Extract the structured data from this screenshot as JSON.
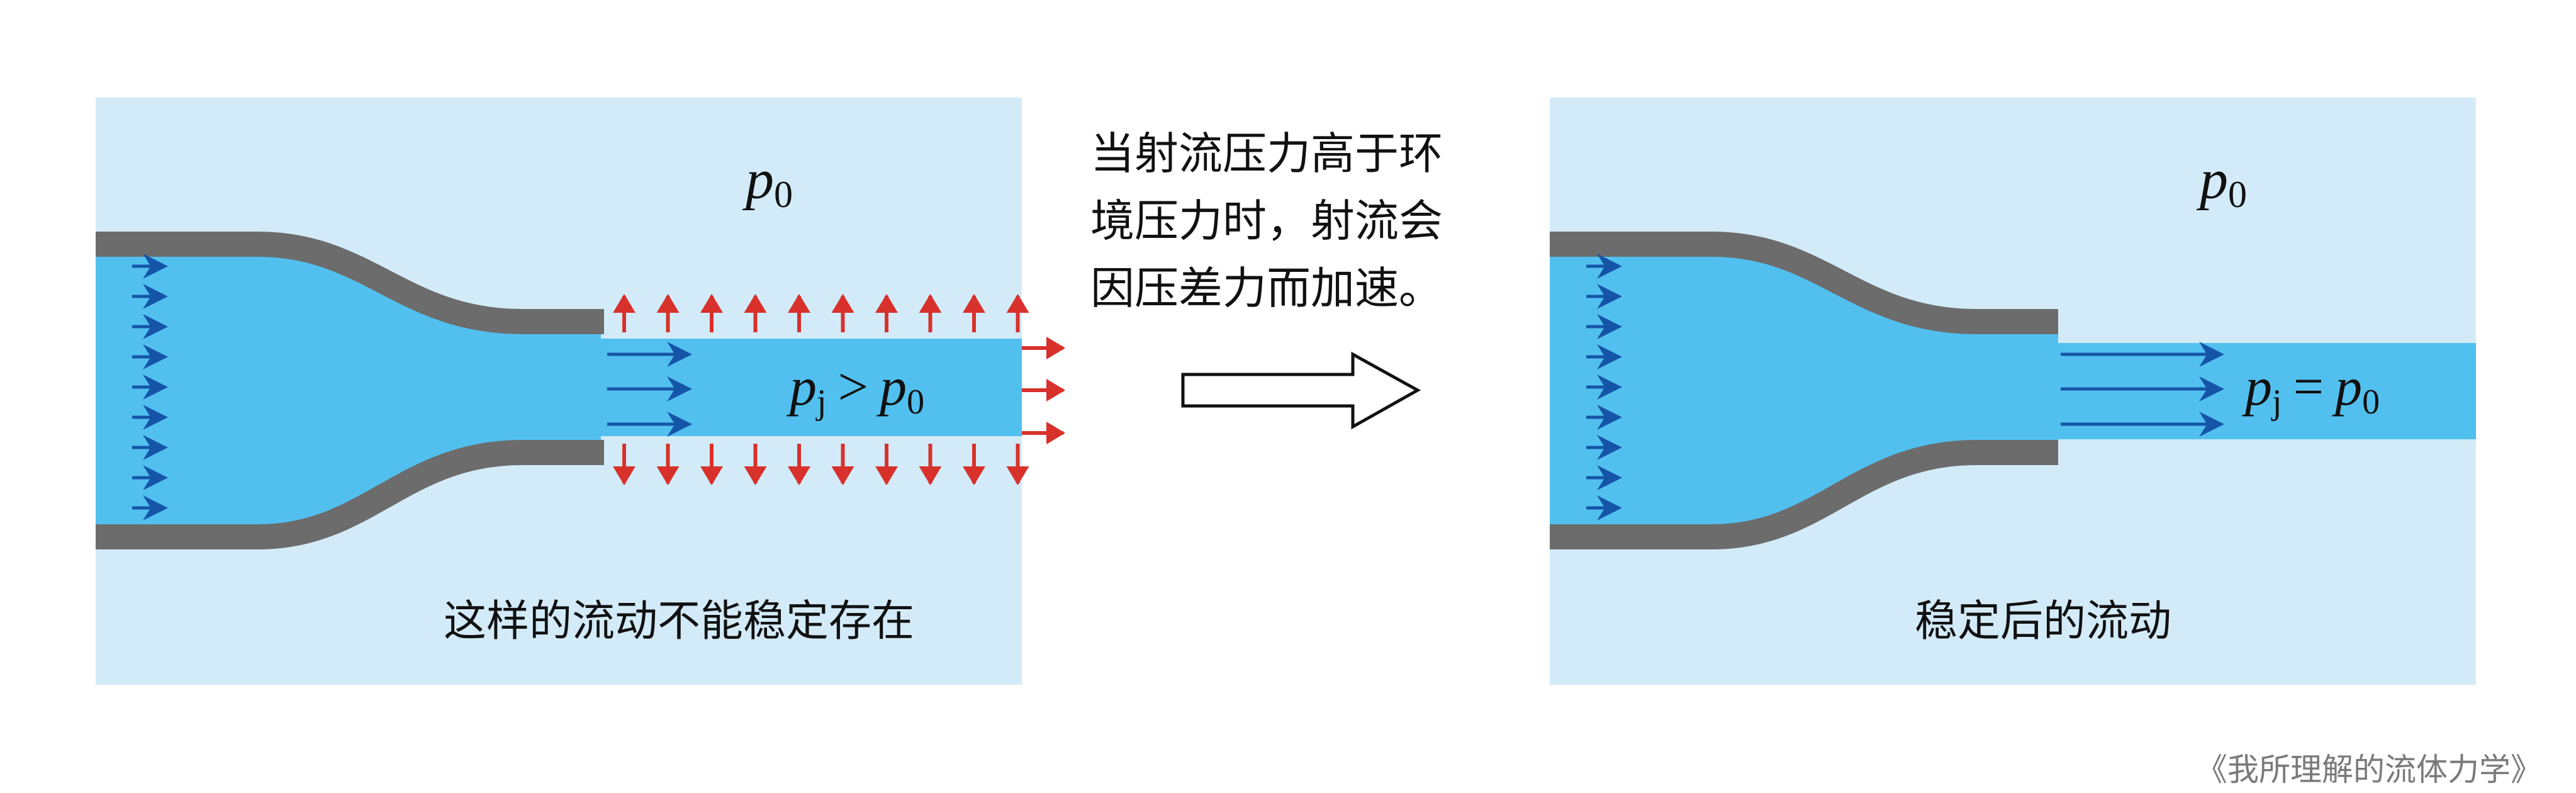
{
  "left_panel": {
    "ambient_pressure": {
      "base": "p",
      "sub": "0"
    },
    "jet_relation": {
      "lhs_base": "p",
      "lhs_sub": "j",
      "op": ">",
      "rhs_base": "p",
      "rhs_sub": "0"
    },
    "caption": "这样的流动不能稳定存在"
  },
  "explanation": {
    "lines": [
      "当射流压力高于环",
      "境压力时，射流会",
      "因压差力而加速。"
    ]
  },
  "right_panel": {
    "ambient_pressure": {
      "base": "p",
      "sub": "0"
    },
    "jet_relation": {
      "lhs_base": "p",
      "lhs_sub": "j",
      "op": "=",
      "rhs_base": "p",
      "rhs_sub": "0"
    },
    "caption": "稳定后的流动"
  },
  "source_credit": "《我所理解的流体力学》",
  "colors": {
    "ambient": "#d3ebf8",
    "fluid": "#52c0ef",
    "wall": "#6c6c6c",
    "flow_arrow": "#1555a8",
    "pressure_arrow": "#d8312b",
    "text": "#111111"
  }
}
